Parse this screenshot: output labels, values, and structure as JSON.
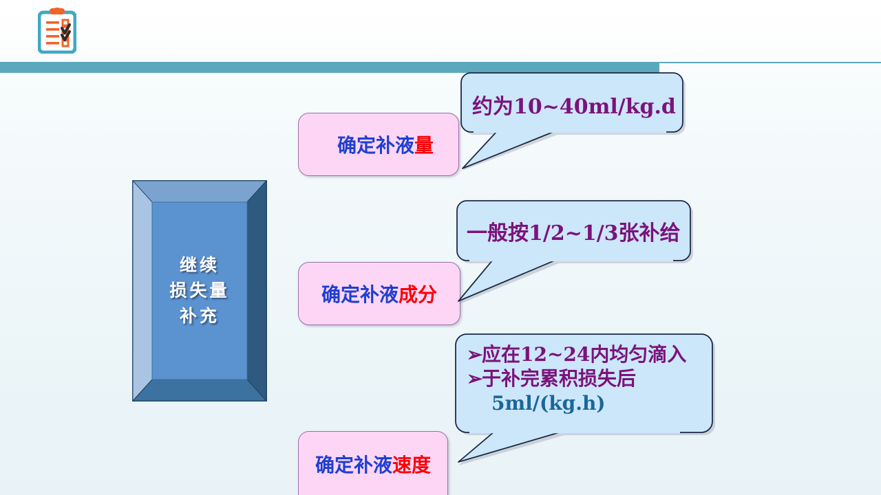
{
  "slide": {
    "logo_icon": "clipboard-checklist-icon",
    "accent_color": "#5ba8bc",
    "background_gradient_top": "#ffffff",
    "background_gradient_bottom": "#e9f3f7"
  },
  "frame_box": {
    "name": "continuing-loss-replacement-box",
    "lines": [
      "继续",
      "损失量",
      "补充"
    ],
    "text_color": "#ffffff",
    "fill_color": "#5b92d0"
  },
  "steps": [
    {
      "id": "step-volume",
      "label_blue": "确定补液",
      "label_red": "量",
      "blue_color": "#1f3fd0",
      "red_color": "#fb0007",
      "fill_color": "#fdd6f6",
      "border_color": "#9d6fa8"
    },
    {
      "id": "step-composition",
      "label_blue": "确定补液",
      "label_red": "成分",
      "blue_color": "#1f3fd0",
      "red_color": "#fb0007",
      "fill_color": "#fdd6f6",
      "border_color": "#9d6fa8"
    },
    {
      "id": "step-rate",
      "label_blue": "确定补液",
      "label_red": "速度",
      "blue_color": "#1f3fd0",
      "red_color": "#fb0007",
      "fill_color": "#fdd6f6",
      "border_color": "#9d6fa8"
    }
  ],
  "callouts": [
    {
      "id": "callout-volume",
      "text": "约为10~40ml/kg.d",
      "text_color": "#7b137b",
      "fill_color": "#cce6fa",
      "border_color": "#1b2a44"
    },
    {
      "id": "callout-composition",
      "text": "一般按1/2~1/3张补给",
      "text_color": "#7b137b",
      "fill_color": "#cce6fa",
      "border_color": "#1b2a44"
    },
    {
      "id": "callout-rate",
      "bullet_marker": "➢",
      "bullets": [
        "应在12~24内均匀滴入",
        "于补完累积损失后"
      ],
      "sub_line": "5ml/(kg.h)",
      "bullet_color": "#7b137b",
      "sub_line_color": "#1a6699",
      "fill_color": "#cce6fa",
      "border_color": "#1b2a44"
    }
  ]
}
